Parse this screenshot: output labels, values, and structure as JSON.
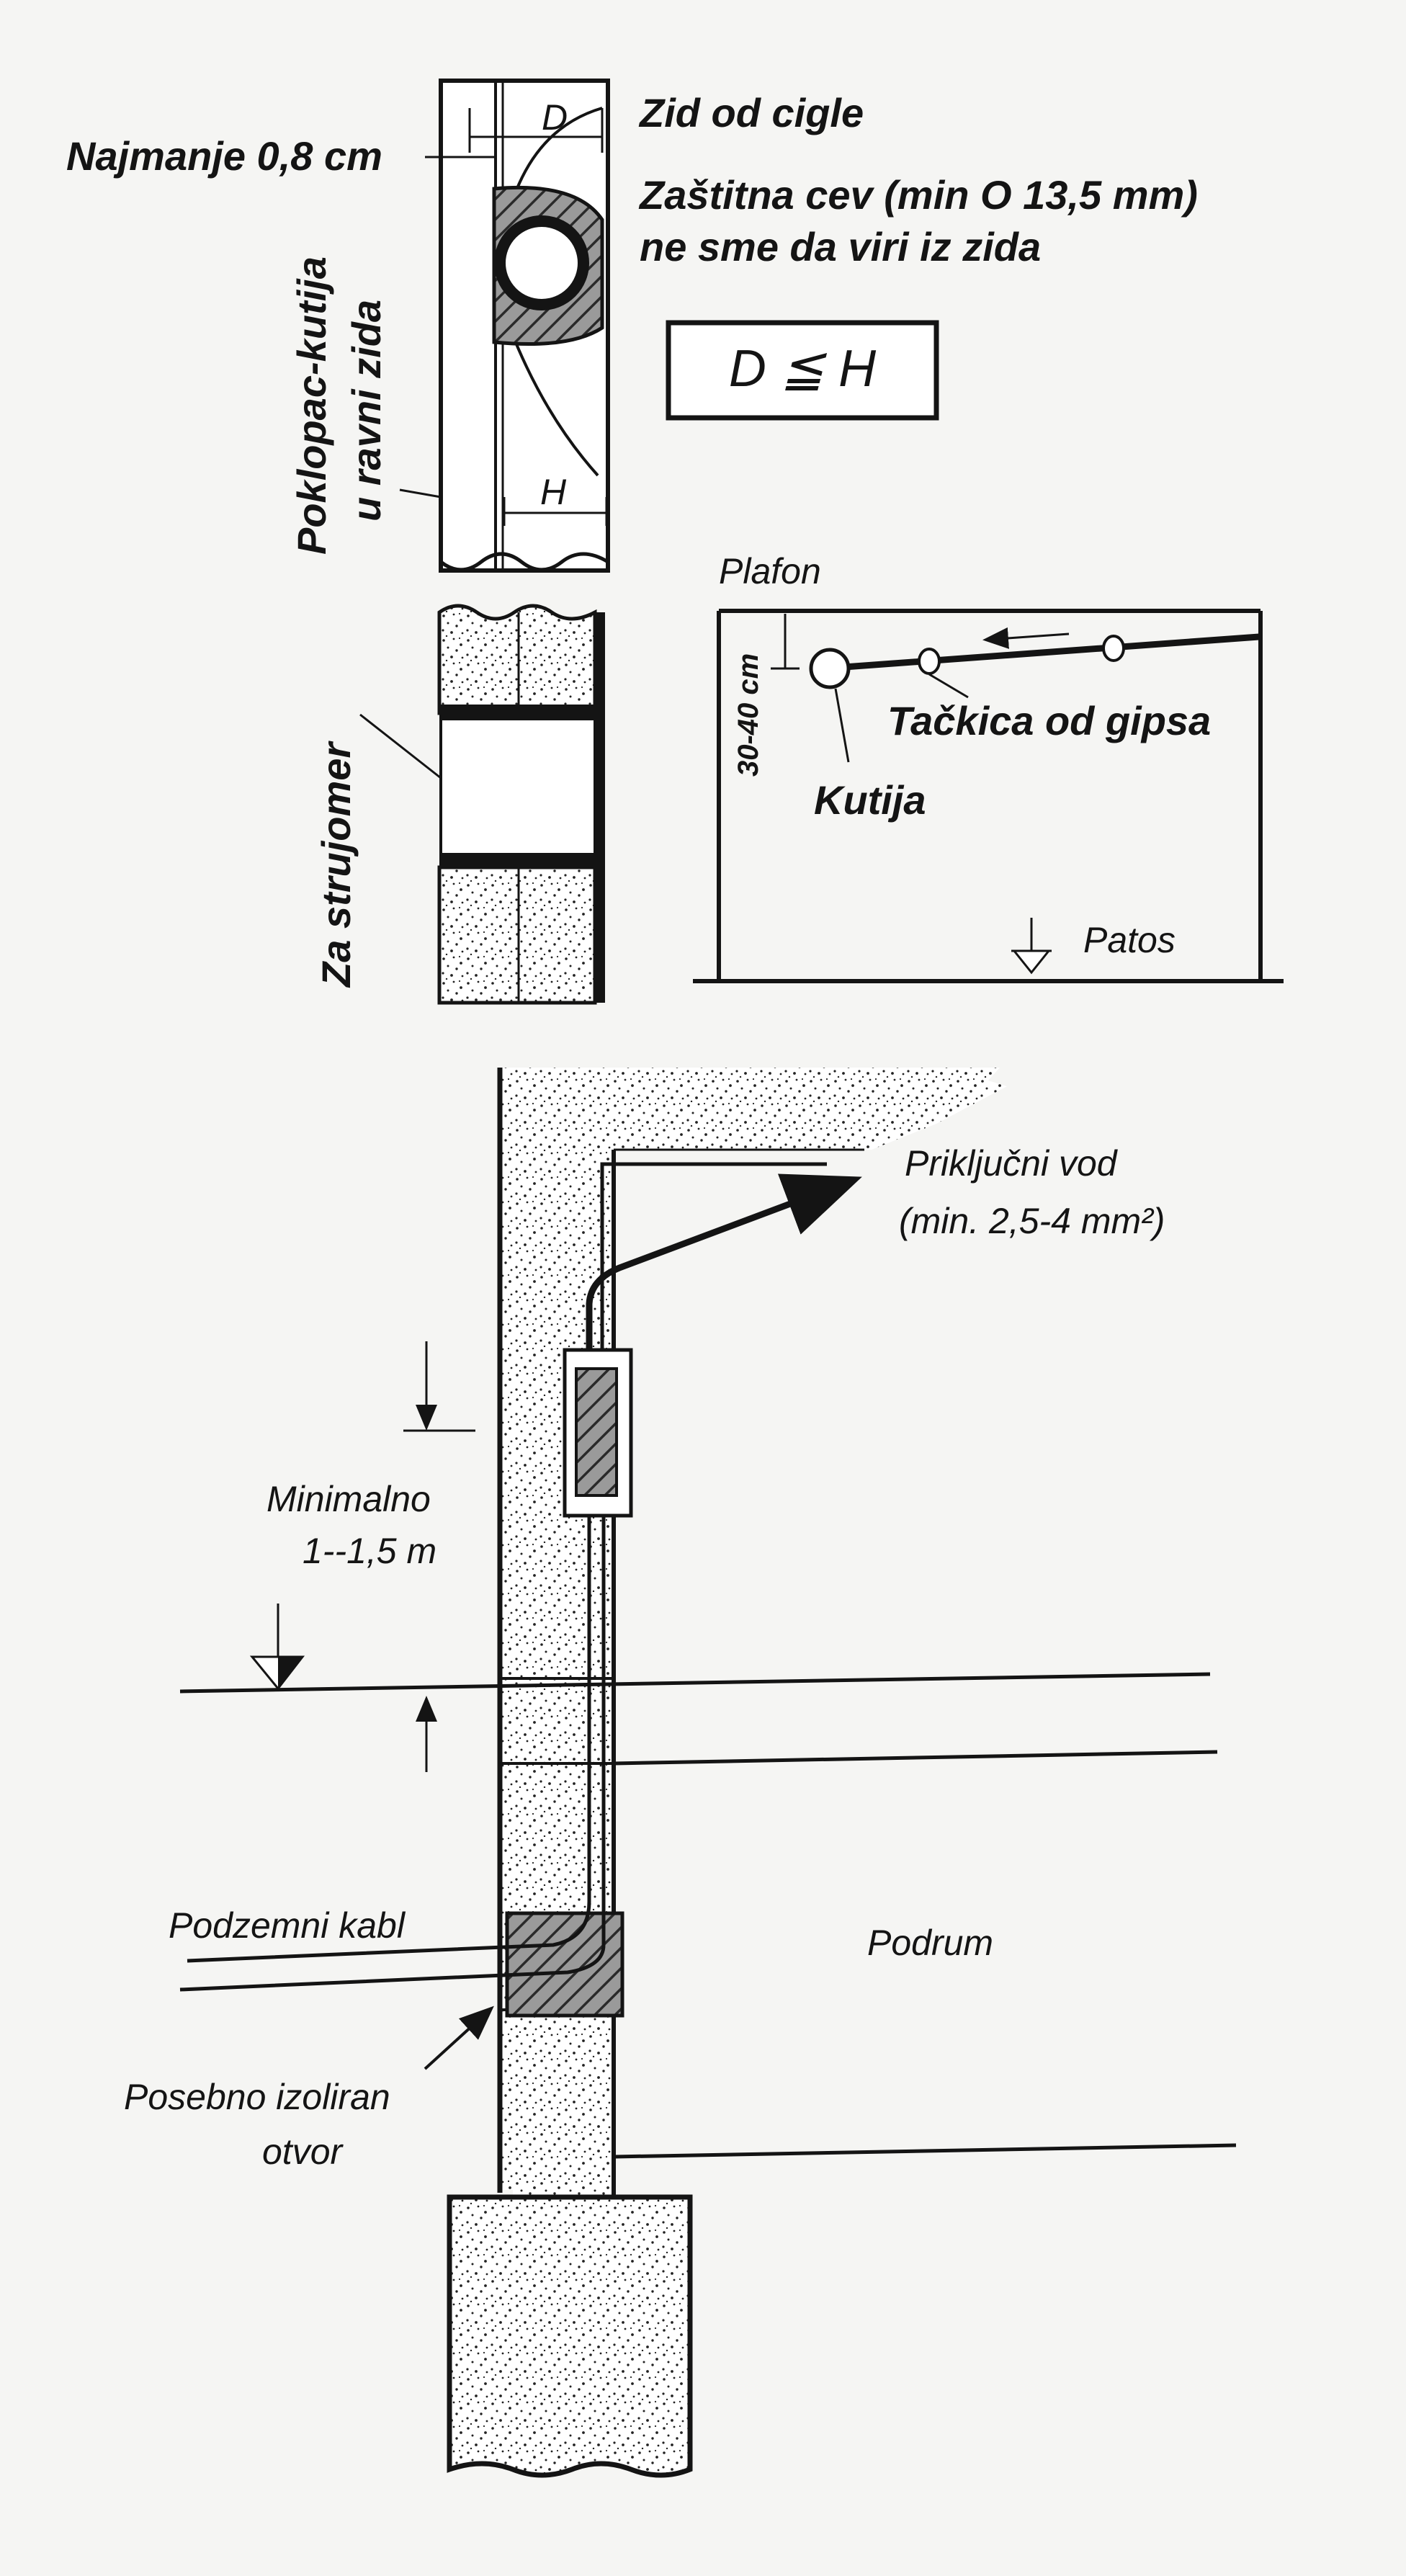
{
  "figure1": {
    "min_thickness": "Najmanje 0,8 cm",
    "wall_label": "Zid od cigle",
    "d_label": "D",
    "h_label": "H",
    "pipe_line1": "Zaštitna cev  (min O 13,5 mm)",
    "pipe_line2": "ne sme da viri iz zida",
    "formula": "D ≦ H",
    "side_line1": "Poklopac-kutija",
    "side_line2": "u ravni zida"
  },
  "figure2": {
    "meter_label": "Za strujomer"
  },
  "figure3": {
    "ceiling": "Plafon",
    "distance": "30-40 cm",
    "gypsum_dot": "Tačkica od gipsa",
    "box": "Kutija",
    "floor": "Patos"
  },
  "figure4": {
    "feeder_line1": "Priključni vod",
    "feeder_line2": "(min. 2,5-4 mm²)",
    "min_line1": "Minimalno",
    "min_line2": "1--1,5 m",
    "cable": "Podzemni kabl",
    "basement": "Podrum",
    "hole_line1": "Posebno izoliran",
    "hole_line2": "otvor"
  },
  "colors": {
    "ink": "#141414",
    "paper": "#f5f5f3",
    "hatch": "#4a4a4a"
  }
}
